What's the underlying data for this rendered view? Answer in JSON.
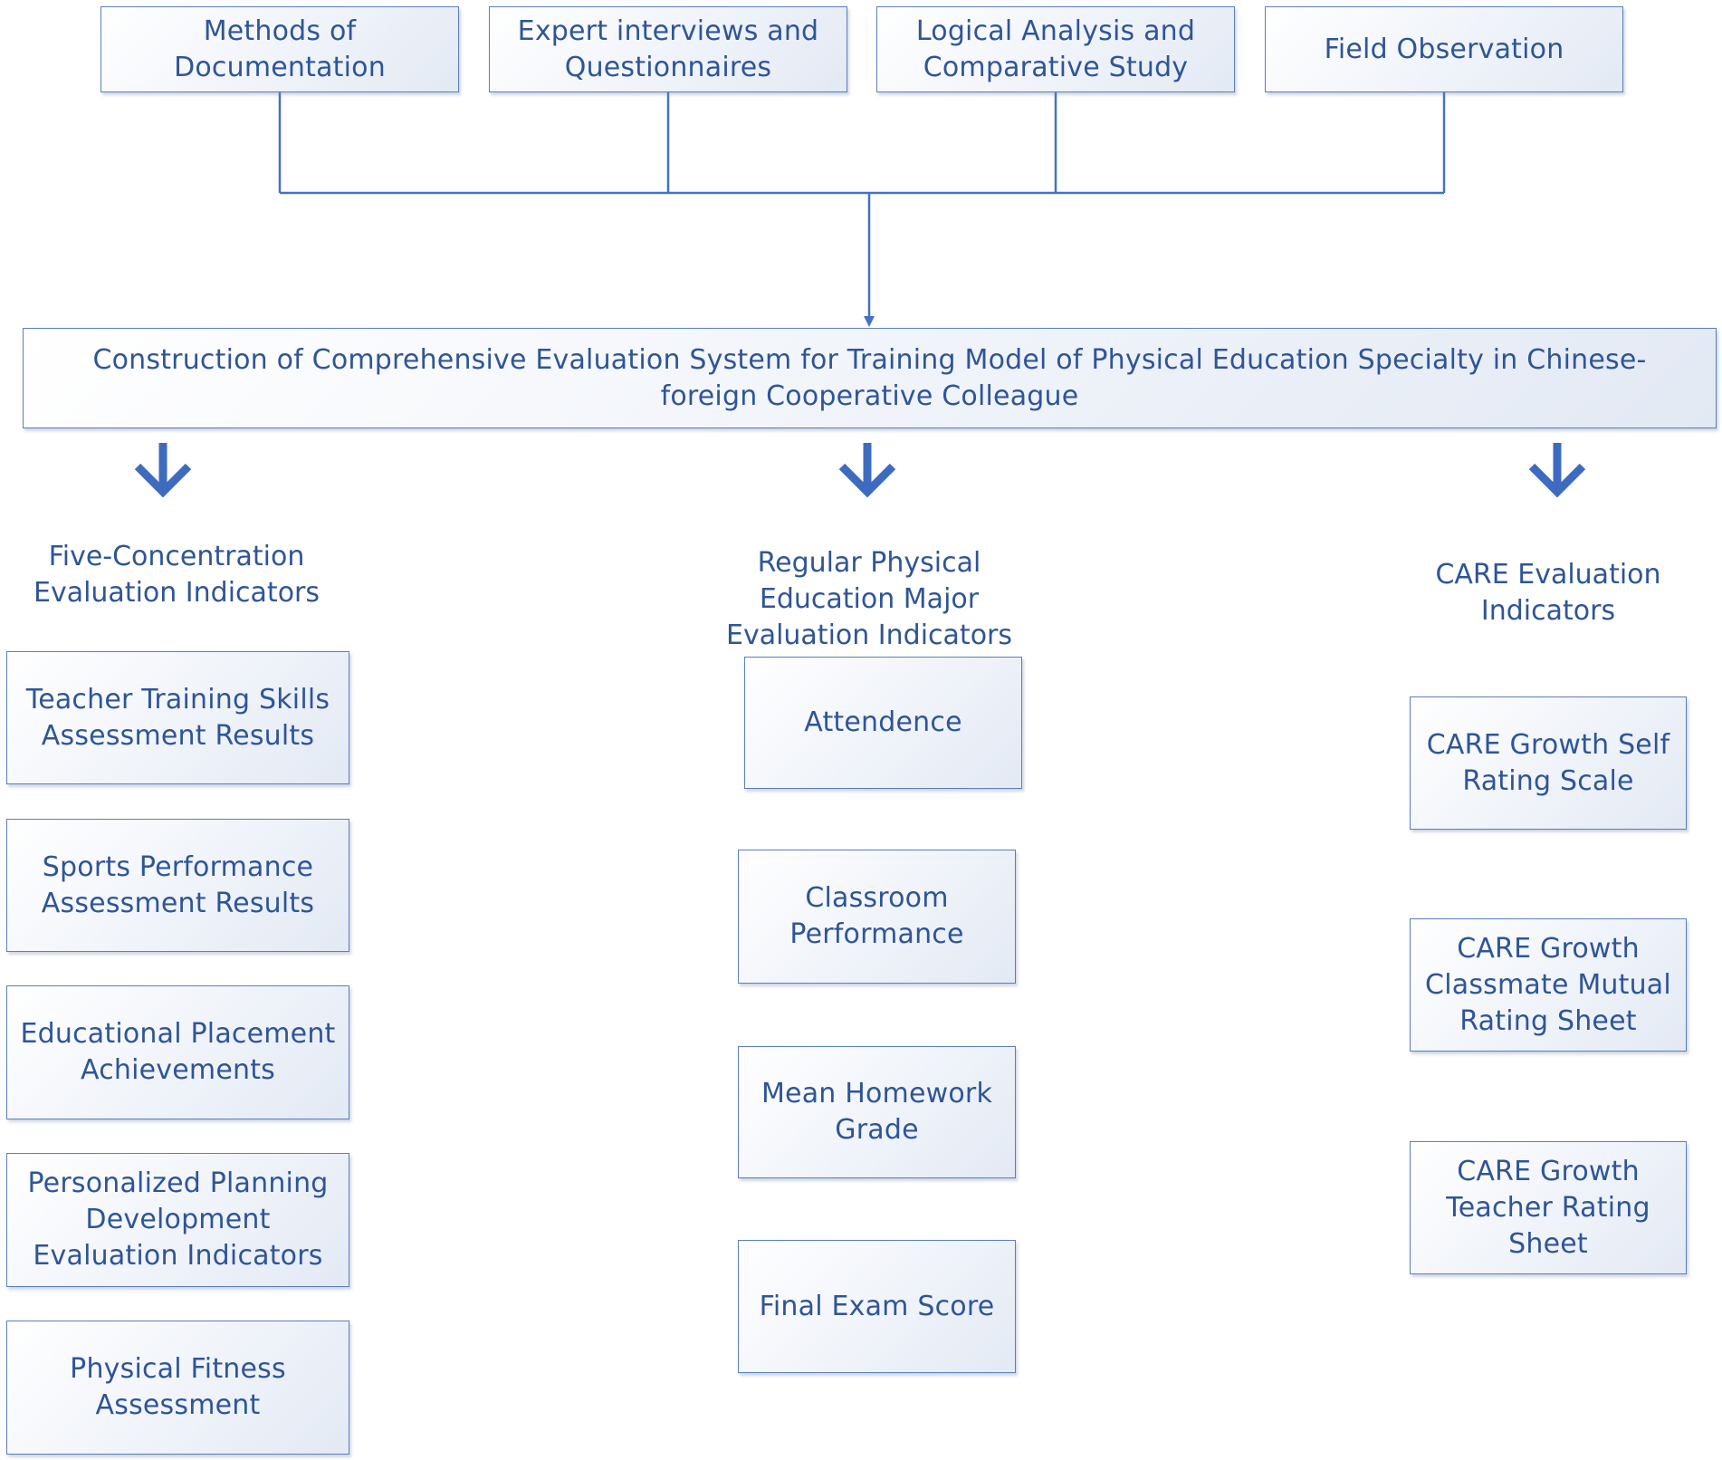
{
  "colors": {
    "accent": "#2f5597",
    "line": "#4472c4"
  },
  "methods": [
    "Methods of Documentation",
    "Expert interviews and Questionnaires",
    "Logical Analysis and Comparative Study",
    "Field Observation"
  ],
  "central": "Construction of Comprehensive Evaluation System for Training Model of Physical Education Specialty in Chinese-foreign Cooperative Colleague",
  "columns": [
    {
      "heading": "Five-Concentration Evaluation Indicators",
      "items": [
        "Teacher Training Skills Assessment Results",
        "Sports Performance Assessment Results",
        "Educational Placement Achievements",
        "Personalized Planning Development Evaluation Indicators",
        "Physical Fitness Assessment"
      ]
    },
    {
      "heading": "Regular Physical Education Major Evaluation Indicators",
      "items": [
        "Attendence",
        "Classroom Performance",
        "Mean Homework Grade",
        "Final Exam Score"
      ]
    },
    {
      "heading": "CARE Evaluation Indicators",
      "items": [
        "CARE Growth Self Rating Scale",
        "CARE Growth Classmate Mutual Rating Sheet",
        "CARE Growth Teacher Rating Sheet"
      ]
    }
  ]
}
